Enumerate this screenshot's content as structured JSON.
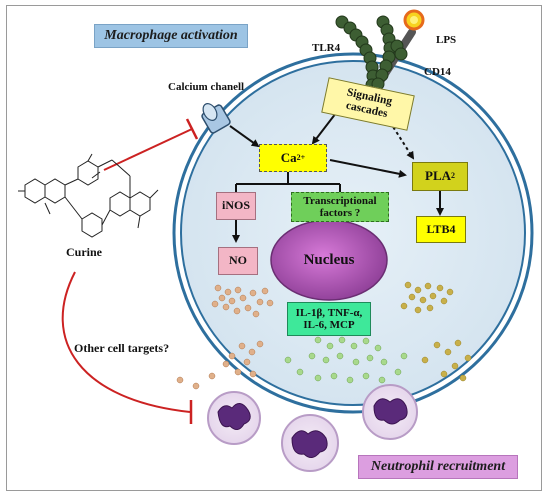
{
  "titles": {
    "macrophage_activation": "Macrophage activation",
    "neutrophil_recruitment": "Neutrophil recruitment"
  },
  "labels": {
    "tlr4": "TLR4",
    "lps": "LPS",
    "cd14": "CD14",
    "calcium_channel": "Calcium chanell",
    "curine": "Curine",
    "other_targets": "Other cell targets?"
  },
  "nodes": {
    "signaling": "Signaling cascades",
    "calcium": "Ca",
    "calcium_sup": "2+",
    "inos": "iNOS",
    "transcriptional": "Transcriptional factors ?",
    "pla2": "PLA",
    "pla2_sub": "2",
    "ltb4": "LTB4",
    "no": "NO",
    "nucleus": "Nucleus",
    "cytokines_line1": "IL-1β, TNF-α,",
    "cytokines_line2": "IL-6, MCP"
  },
  "colors": {
    "cell_fill": "#dce9f3",
    "cell_border": "#2e6f9e",
    "yellow_node": "#ffff00",
    "pla_node": "#d2d21c",
    "pink_node": "#f3b6c6",
    "green_node": "#6fcf5a",
    "cyan_node": "#3ee89a",
    "nucleus_fill": "#b04fb8",
    "inhibition_line": "#cc2222"
  }
}
